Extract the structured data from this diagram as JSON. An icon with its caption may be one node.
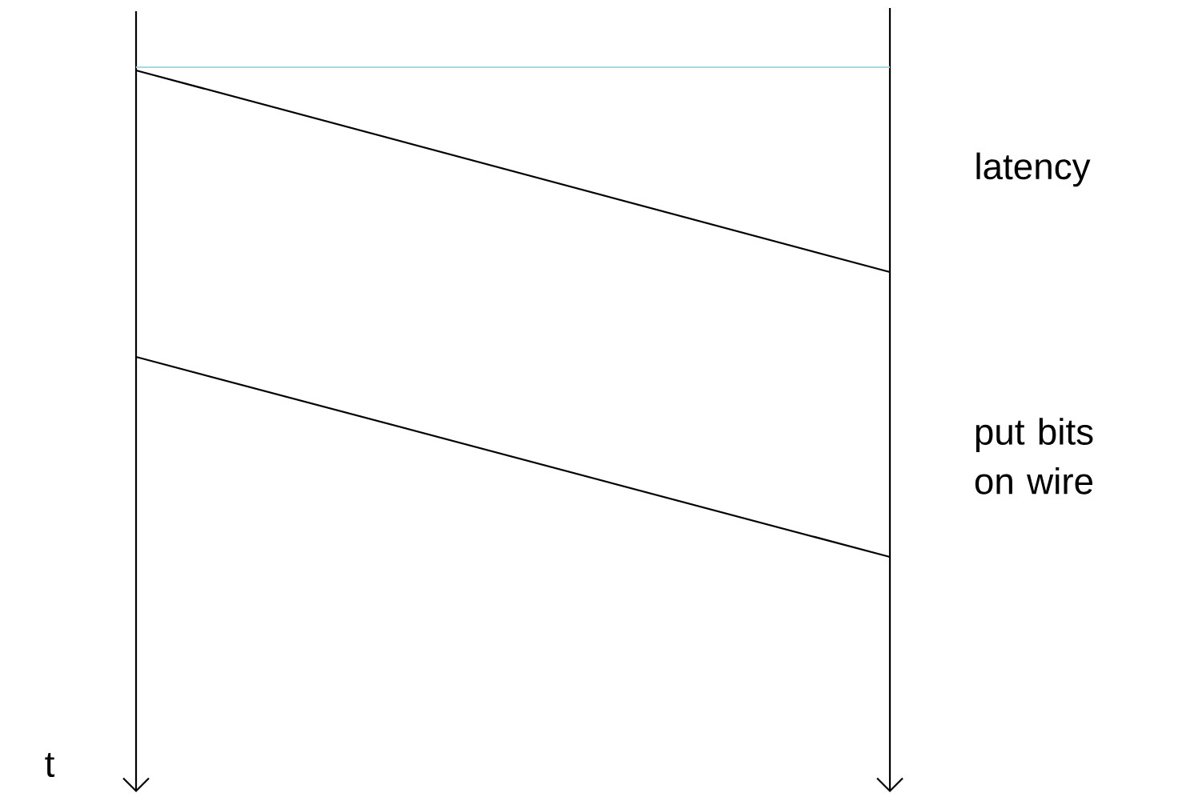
{
  "diagram": {
    "labels": [
      "latency",
      "put bits on wire",
      "t"
    ]
  }
}
